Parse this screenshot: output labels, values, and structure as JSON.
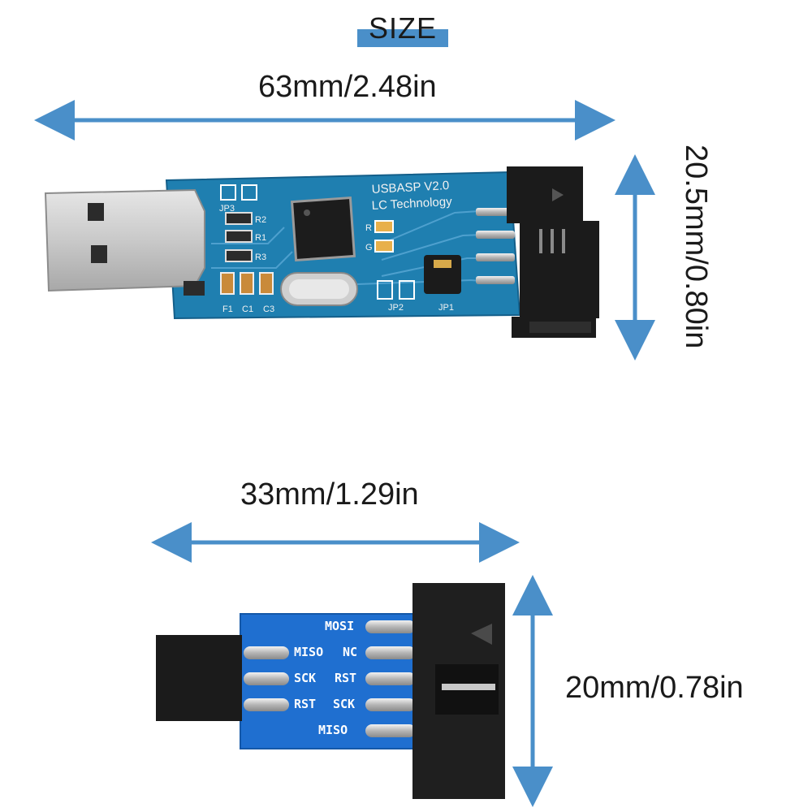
{
  "header": {
    "title": "SIZE"
  },
  "programmer": {
    "length_label": "63mm/2.48in",
    "height_label": "20.5mm/0.80in",
    "board_text_line1": "USBASP V2.0",
    "board_text_line2": "LC Technology",
    "silkscreen": [
      "JP3",
      "R2",
      "R1",
      "R3",
      "F1",
      "C1",
      "C3",
      "R",
      "G",
      "JP2",
      "JP1"
    ]
  },
  "adapter": {
    "length_label": "33mm/1.29in",
    "height_label": "20mm/0.78in",
    "pin_labels": [
      "MOSI",
      "MISO",
      "NC",
      "SCK",
      "RST",
      "RST",
      "SCK",
      "MISO"
    ]
  },
  "colors": {
    "arrow": "#4a8fc9",
    "pcb": "#1f7fb0",
    "pcb_dark": "#145f8a",
    "header": "#1b1b1b"
  }
}
